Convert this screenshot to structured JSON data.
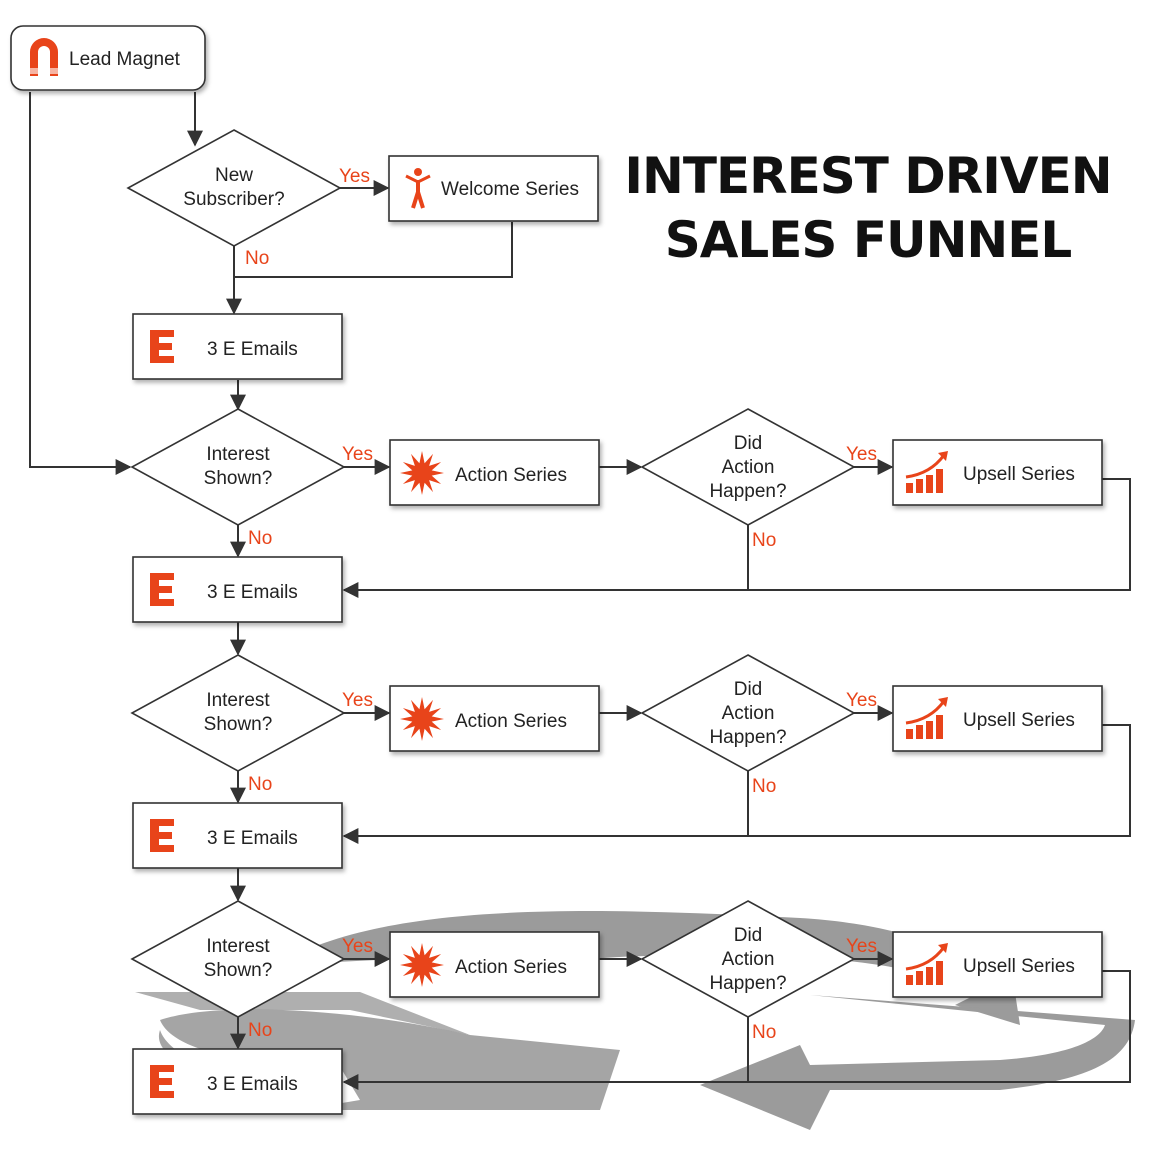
{
  "title": {
    "line1": "INTEREST DRIVEN",
    "line2": "SALES FUNNEL"
  },
  "colors": {
    "accent": "#e8441a",
    "line": "#333333",
    "watermark": "#8a8a8a"
  },
  "nodes": {
    "lead_magnet": "Lead Magnet",
    "new_subscriber": [
      "New",
      "Subscriber?"
    ],
    "welcome_series": "Welcome Series",
    "emails": "3 E Emails",
    "interest_shown": [
      "Interest",
      "Shown?"
    ],
    "action_series": "Action Series",
    "did_action": [
      "Did",
      "Action",
      "Happen?"
    ],
    "upsell_series": "Upsell Series"
  },
  "labels": {
    "yes": "Yes",
    "no": "No"
  },
  "icons": {
    "lead_magnet": "magnet-icon",
    "welcome_series": "person-icon",
    "emails": "letter-e-icon",
    "action_series": "starburst-icon",
    "upsell_series": "growth-chart-icon"
  }
}
